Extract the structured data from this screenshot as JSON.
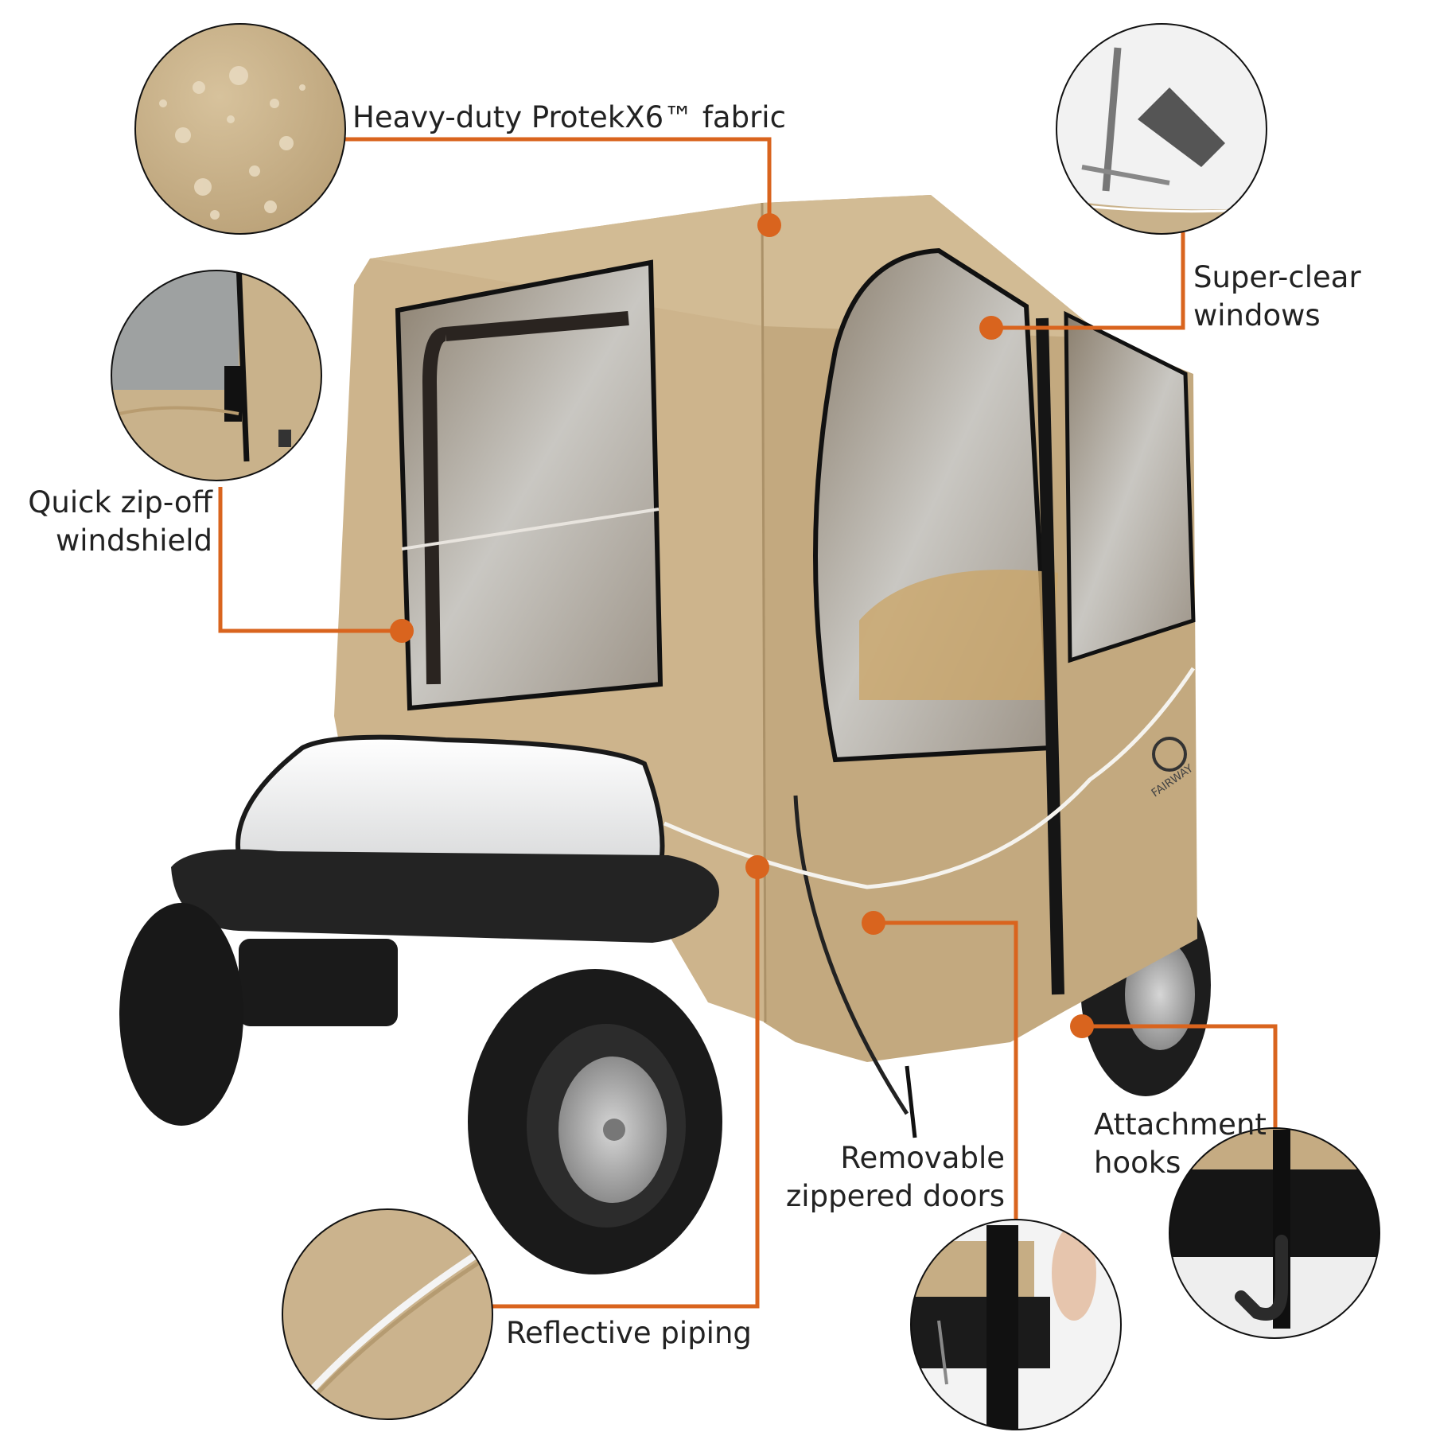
{
  "features": {
    "fabric": {
      "label": "Heavy-duty ProtekX6™ fabric"
    },
    "windows": {
      "line1": "Super-clear",
      "line2": "windows"
    },
    "windshield": {
      "line1": "Quick zip-off",
      "line2": "windshield"
    },
    "piping": {
      "label": "Reflective piping"
    },
    "doors": {
      "line1": "Removable",
      "line2": "zippered doors"
    },
    "hooks": {
      "line1": "Attachment",
      "line2": "hooks"
    }
  },
  "brand": {
    "logo_text": "FAIRWAY"
  },
  "colors": {
    "callout": "#d9641e",
    "cover_tan": "#c8b08a",
    "cover_shade": "#ab9168",
    "label_text": "#222222"
  }
}
